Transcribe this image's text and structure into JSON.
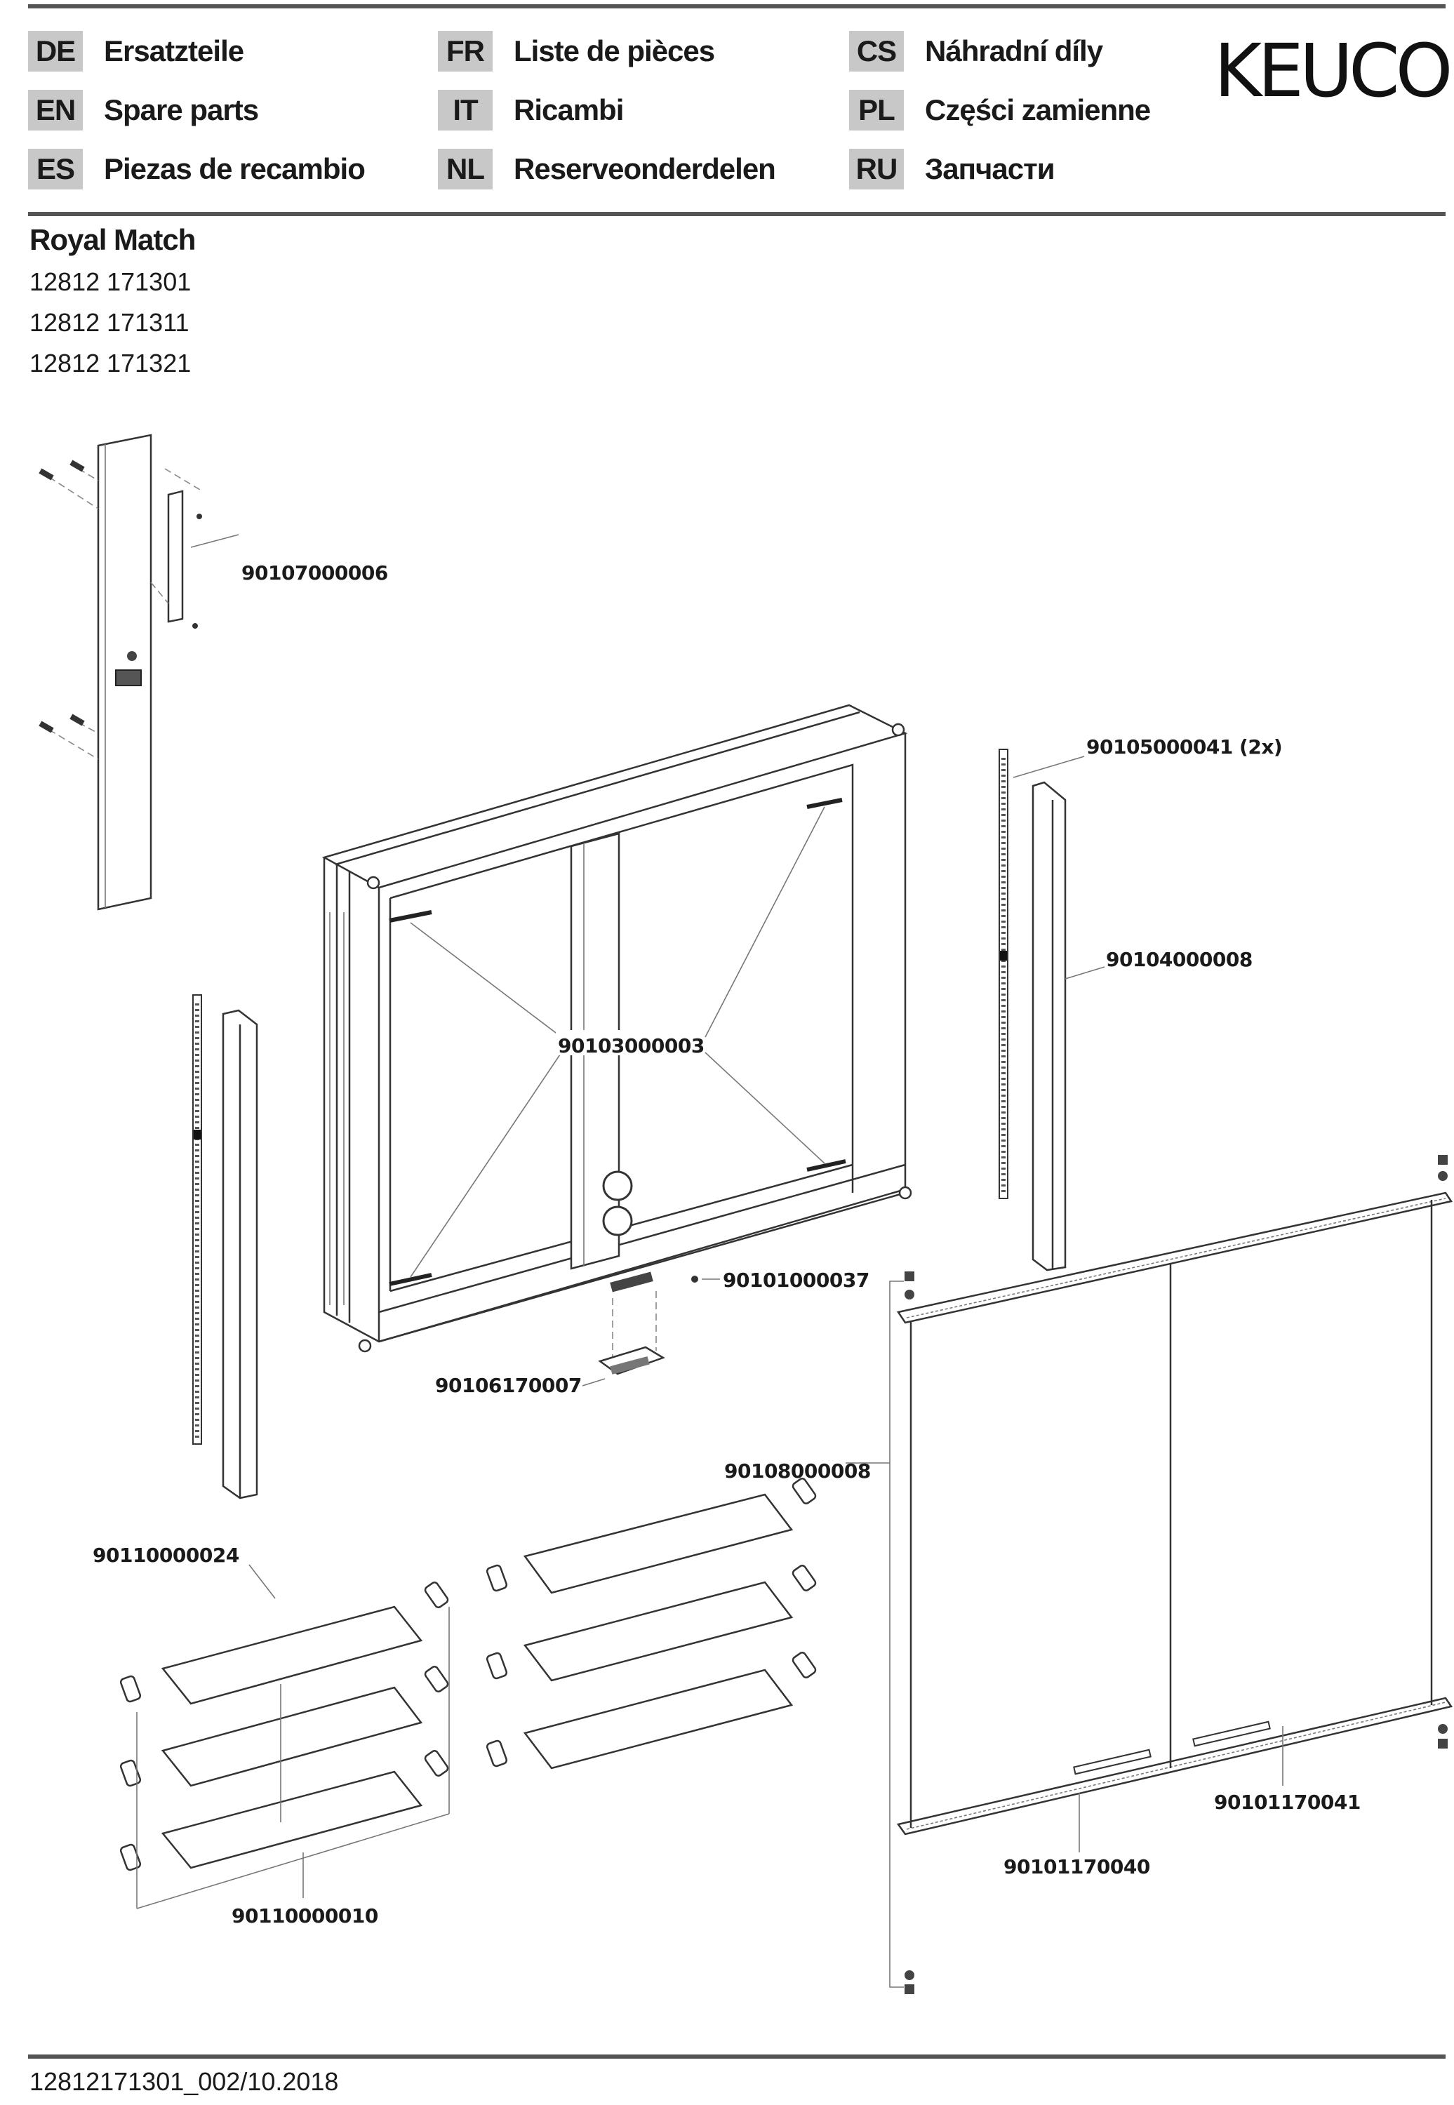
{
  "header": {
    "brand": "KEUCO",
    "languages": [
      {
        "code": "DE",
        "label": "Ersatzteile"
      },
      {
        "code": "EN",
        "label": "Spare parts"
      },
      {
        "code": "ES",
        "label": "Piezas de recambio"
      },
      {
        "code": "FR",
        "label": "Liste de pièces"
      },
      {
        "code": "IT",
        "label": "Ricambi"
      },
      {
        "code": "NL",
        "label": "Reserveonderdelen"
      },
      {
        "code": "CS",
        "label": "Náhradní díly"
      },
      {
        "code": "PL",
        "label": "Części zamienne"
      },
      {
        "code": "RU",
        "label": "Запчасти"
      }
    ]
  },
  "product": {
    "title": "Royal Match",
    "article_numbers": [
      "12812 171301",
      "12812 171311",
      "12812 171321"
    ]
  },
  "parts": {
    "side_cover_with_switch": "90107000006",
    "led_strip": "90105000041 (2x)",
    "side_light_profile": "90104000008",
    "cabinet_body": "90103000003",
    "sensor_screw": "90101000037",
    "socket_module": "90106170007",
    "shelf_holder": "90108000008",
    "glass_shelf": "90110000024",
    "shelf_set": "90110000010",
    "mirror_door_left": "90101170040",
    "mirror_door_right": "90101170041"
  },
  "footer": {
    "document_code": "12812171301_002/10.2018"
  }
}
